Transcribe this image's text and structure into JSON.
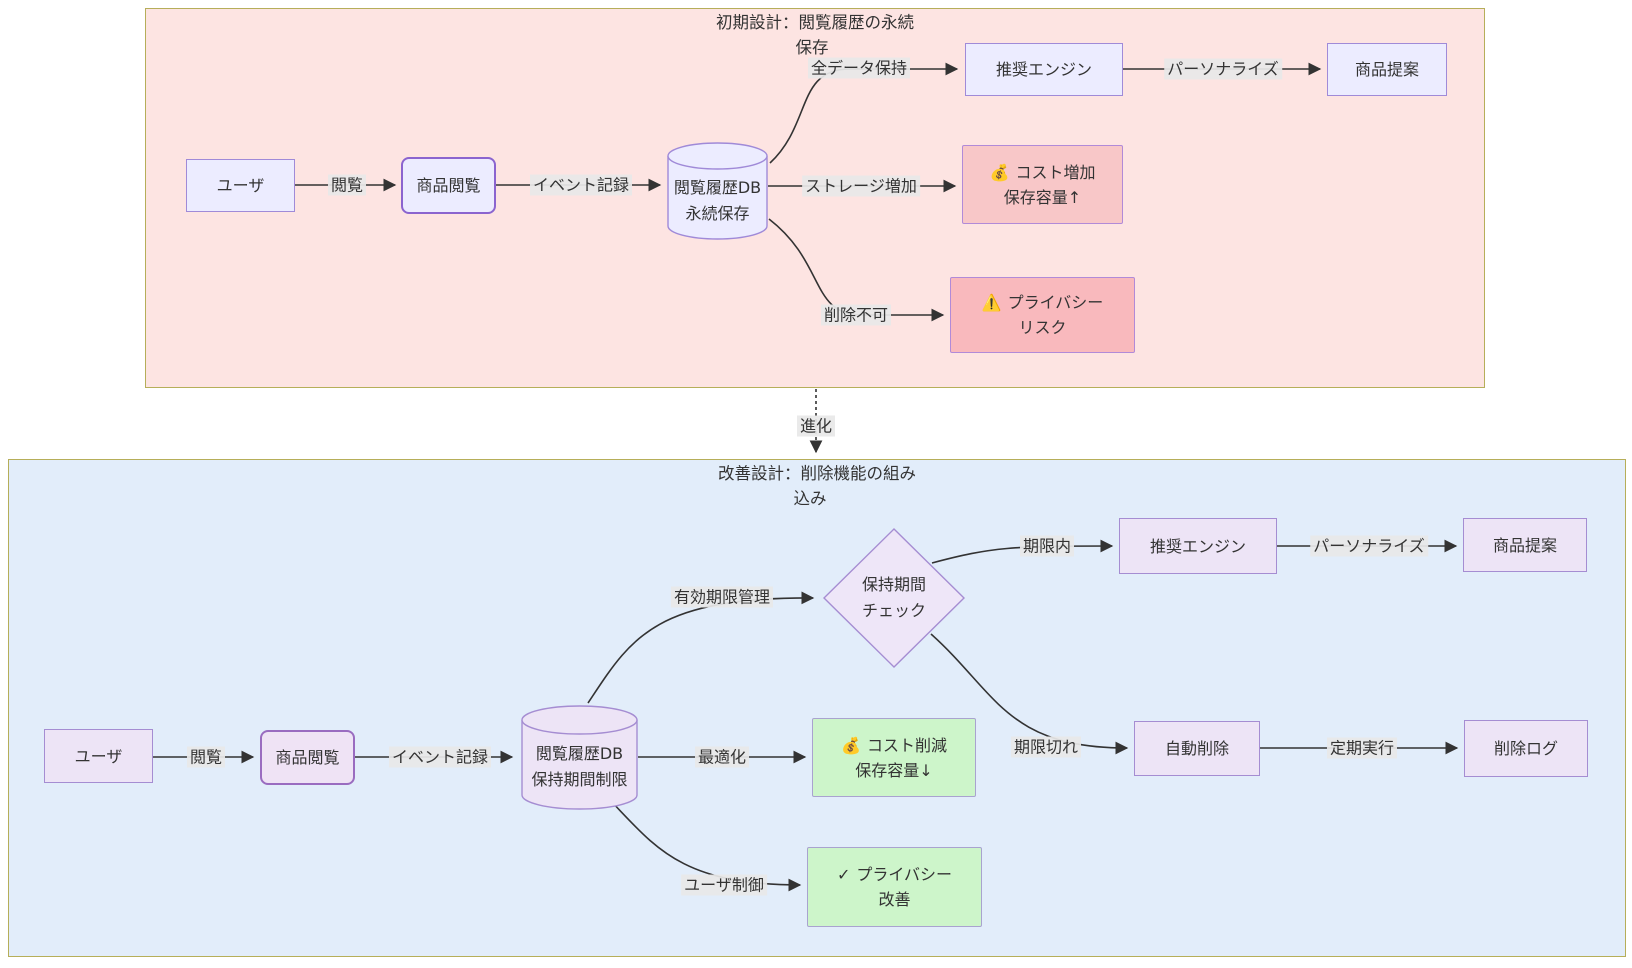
{
  "top": {
    "title_line1": "初期設計：閲覧履歴の永続",
    "title_line2": "保存",
    "nodes": {
      "user": "ユーザ",
      "browse": "商品閲覧",
      "db_line1": "閲覧履歴DB",
      "db_line2": "永続保存",
      "engine": "推奨エンジン",
      "proposal": "商品提案",
      "cost_icon": "💰",
      "cost_line1": "コスト増加",
      "cost_line2": "保存容量↑",
      "risk_icon": "⚠️",
      "risk_line1": "プライバシー",
      "risk_line2": "リスク"
    },
    "edges": {
      "view": "閲覧",
      "event_record": "イベント記録",
      "keep_all": "全データ保持",
      "personalize": "パーソナライズ",
      "storage_up": "ストレージ増加",
      "no_delete": "削除不可"
    }
  },
  "evolution_label": "進化",
  "bottom": {
    "title_line1": "改善設計：削除機能の組み",
    "title_line2": "込み",
    "nodes": {
      "user": "ユーザ",
      "browse": "商品閲覧",
      "db_line1": "閲覧履歴DB",
      "db_line2": "保持期間制限",
      "check_line1": "保持期間",
      "check_line2": "チェック",
      "engine": "推奨エンジン",
      "proposal": "商品提案",
      "auto_delete": "自動削除",
      "delete_log": "削除ログ",
      "cost_icon": "💰",
      "cost_line1": "コスト削減",
      "cost_line2": "保存容量↓",
      "privacy_icon": "✓",
      "privacy_line1": "プライバシー",
      "privacy_line2": "改善"
    },
    "edges": {
      "view": "閲覧",
      "event_record": "イベント記録",
      "expiry_mgmt": "有効期限管理",
      "within_period": "期限内",
      "personalize": "パーソナライズ",
      "expired": "期限切れ",
      "periodic_run": "定期実行",
      "optimize": "最適化",
      "user_control": "ユーザ制御"
    }
  },
  "colors": {
    "cluster_top_fill": "#fde4e2",
    "cluster_bottom_fill": "#e2edfa",
    "cluster_border": "#b6ae59",
    "node_fill_top": "#ececff",
    "node_fill_bottom": "#ede4f6",
    "node_border": "#9370db",
    "cost_increase_fill": "#f8c7c8",
    "risk_fill": "#f9b9bd",
    "improvement_fill": "#cdf5ca",
    "edge_stroke": "#333333",
    "edge_label_bg": "#e8e8e8"
  }
}
